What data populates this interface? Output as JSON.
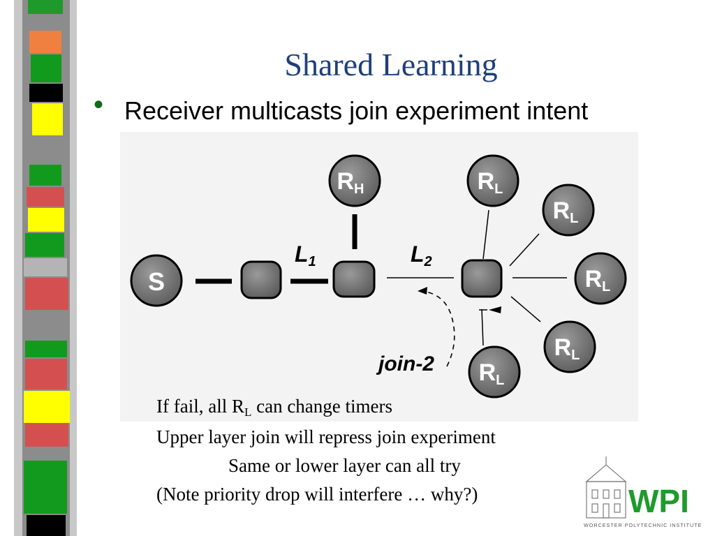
{
  "slide": {
    "title": "Shared Learning",
    "bullet": "Receiver multicasts join experiment intent"
  },
  "diagram": {
    "nodes": {
      "source": "S",
      "rh_main": "R",
      "rh_sub": "H",
      "rl_main": "R",
      "rl_sub": "L"
    },
    "links": {
      "l1_main": "L",
      "l1_sub": "1",
      "l2_main": "L",
      "l2_sub": "2"
    },
    "message_label": "join-2"
  },
  "notes": {
    "line1_prefix": "If fail, all R",
    "line1_sub": "L",
    "line1_suffix": " can change timers",
    "line2": "Upper layer join will repress join experiment",
    "line3": "Same or lower layer can all try",
    "line4": "(Note priority drop will interfere … why?)"
  },
  "logo": {
    "text": "WPI",
    "tagline": "WORCESTER POLYTECHNIC INSTITUTE"
  },
  "colors": {
    "title": "#1f3f7a",
    "bullet": "#0d6b18",
    "diagram_bg": "#f3f3f3",
    "node_fill": "#6d6d6d",
    "logo_green": "#1f9a2c",
    "logo_red": "#d7262d"
  }
}
